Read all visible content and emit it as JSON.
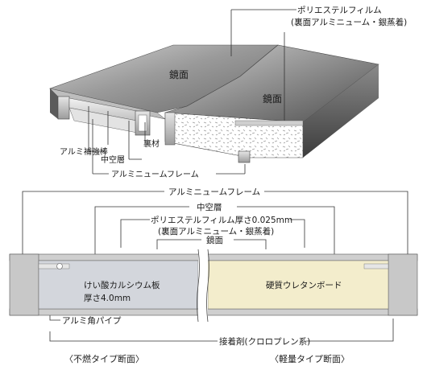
{
  "top": {
    "film_line1": "ポリエステルフィルム",
    "film_line2": "(裏面アルミニューム・銀蒸着)",
    "mirror_left": "鏡面",
    "mirror_right": "鏡面",
    "alu_reinforce": "アルミ補強棒",
    "core_material": "裏材",
    "hollow_layer": "中空層",
    "alu_frame": "アルミニュームフレーム"
  },
  "bottom": {
    "alu_frame": "アルミニュームフレーム",
    "hollow_layer": "中空層",
    "film_line1": "ポリエステルフィルム厚さ0.025mm",
    "film_line2": "(裏面アルミニューム・銀蒸着)",
    "mirror": "鏡面",
    "board_line1": "けい酸カルシウム板",
    "board_line2": "厚さ4.0mm",
    "urethane": "硬質ウレタンボード",
    "alu_pipe": "アルミ角パイプ",
    "adhesive": "接着剤(クロロプレン系)",
    "caption_left": "〈不燃タイプ断面〉",
    "caption_right": "〈軽量タイプ断面〉"
  },
  "colors": {
    "frame": "#c9c9c9",
    "board": "#d3d6dc",
    "urethane": "#f3edcc",
    "line": "#333333"
  }
}
